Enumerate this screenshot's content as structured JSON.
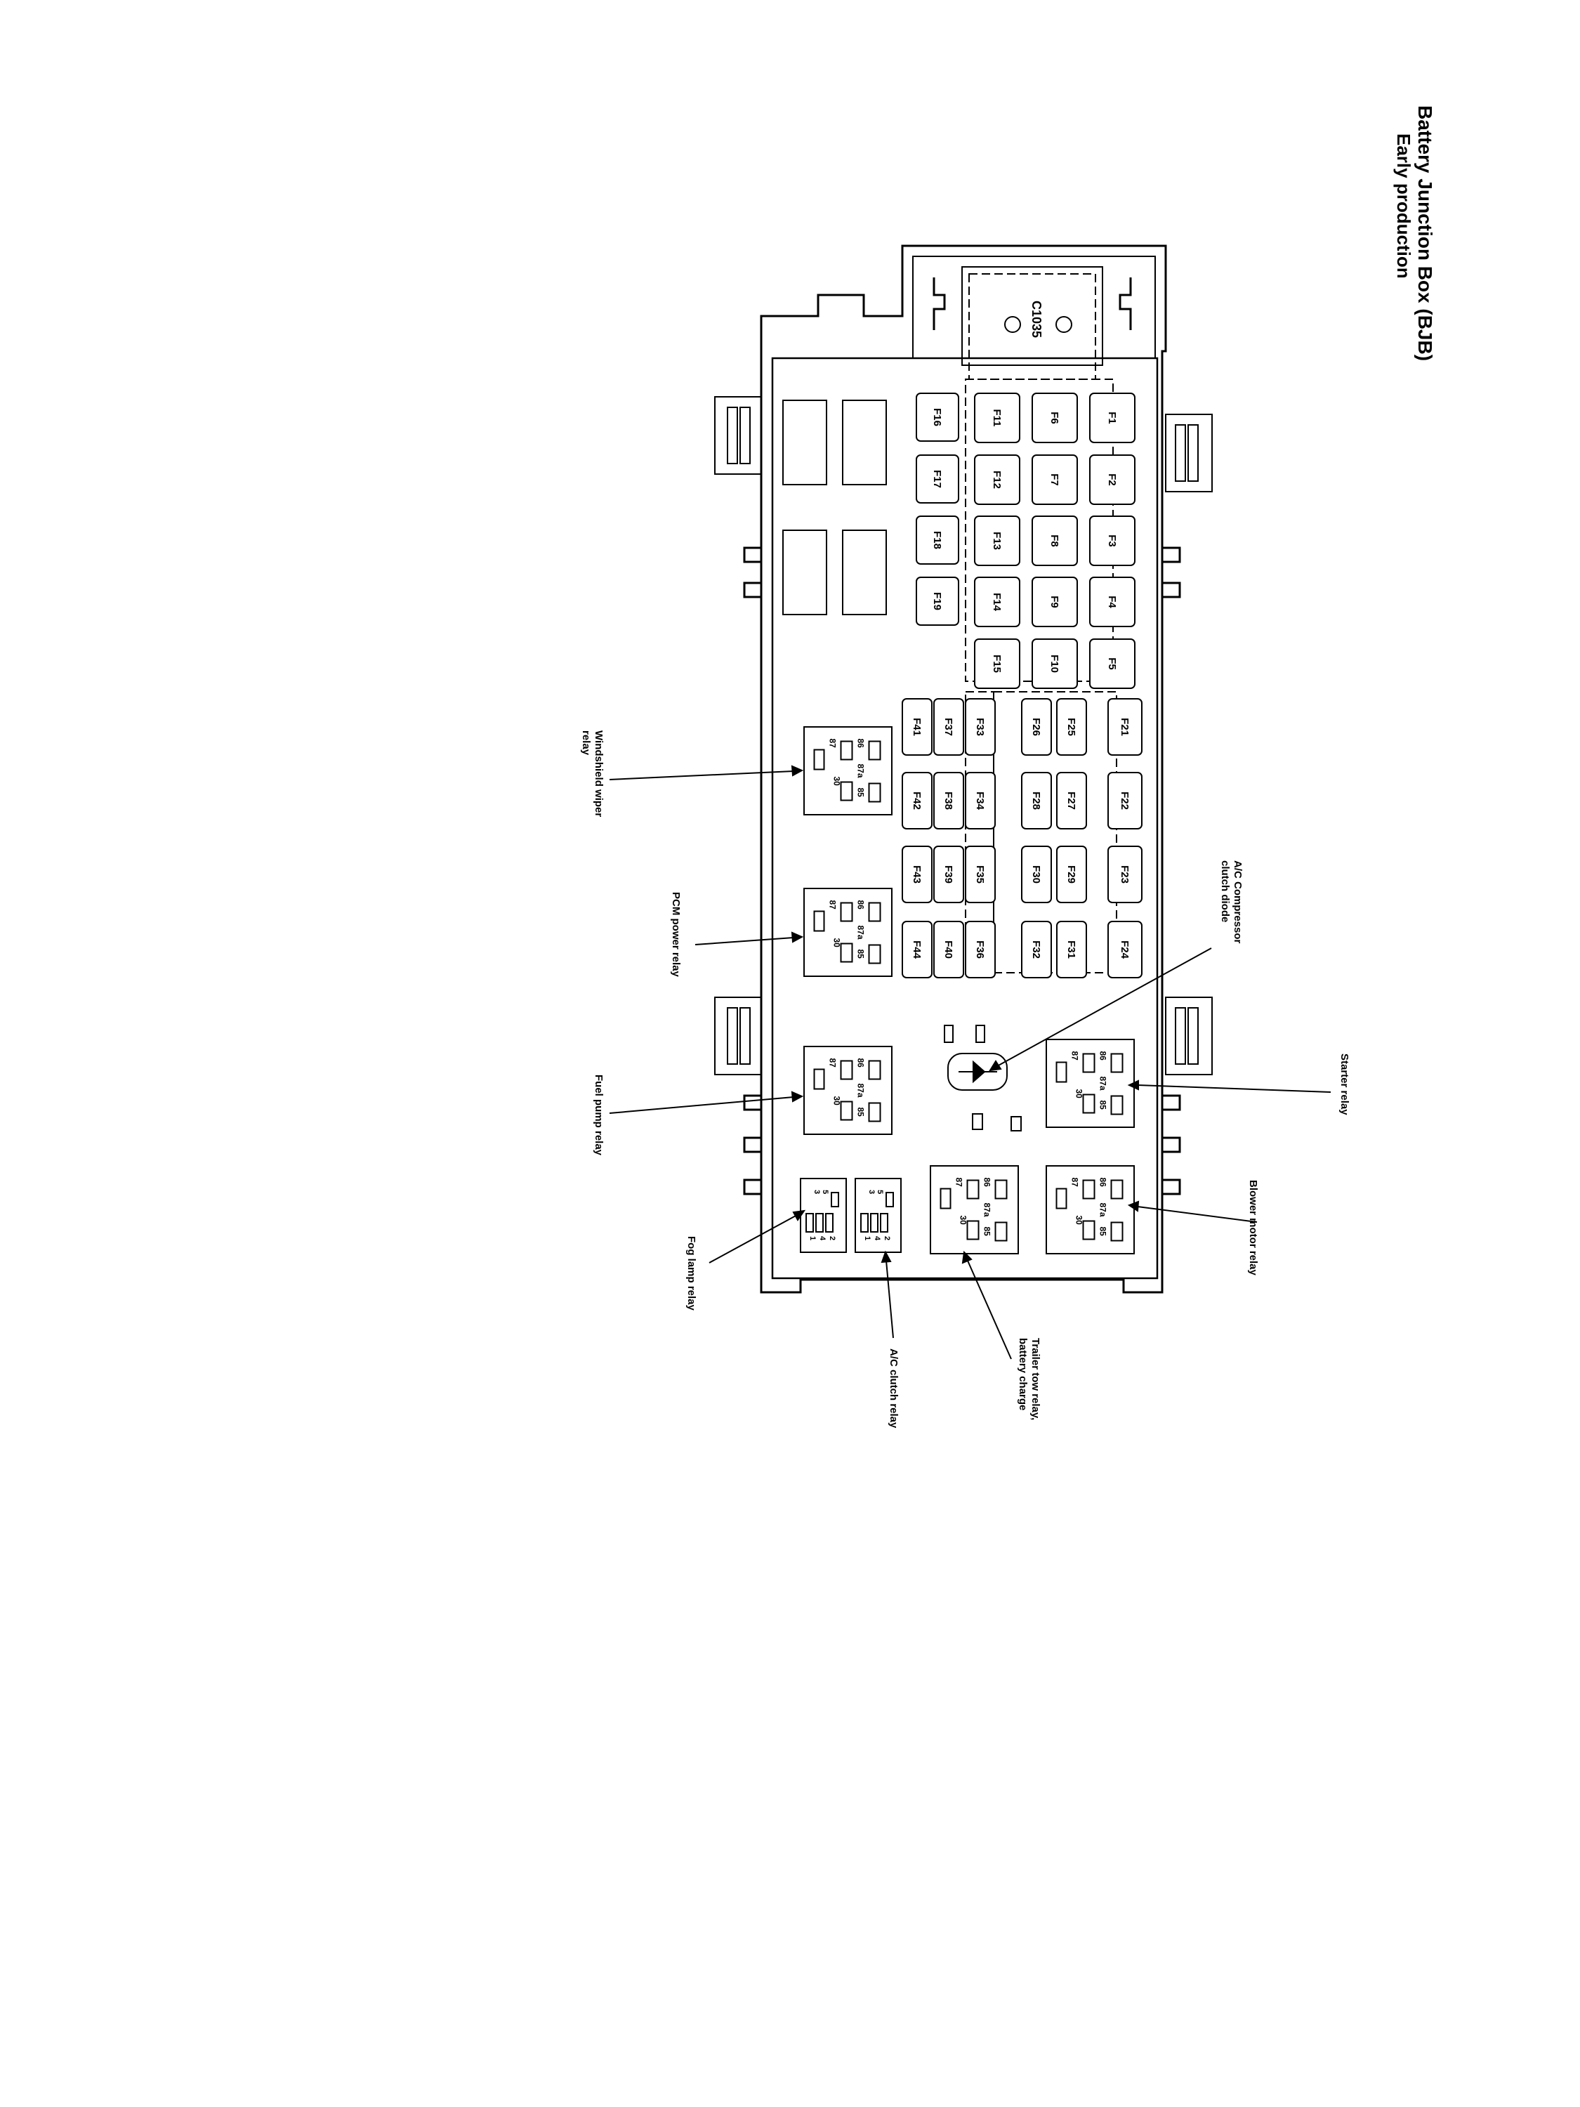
{
  "title": "Battery Junction Box (BJB)",
  "subtitle": "Early production",
  "connector_label": "C1035",
  "fuses": {
    "top_left": [
      "F1",
      "F2",
      "F3",
      "F4",
      "F5",
      "F6",
      "F7",
      "F8",
      "F9",
      "F10",
      "F11",
      "F12",
      "F13",
      "F14",
      "F15",
      "F16",
      "F17",
      "F18",
      "F19"
    ],
    "top_right": [
      "F21",
      "F22",
      "F23",
      "F24",
      "F25",
      "F26",
      "F27",
      "F28",
      "F29",
      "F30",
      "F31",
      "F32",
      "F33",
      "F34",
      "F35",
      "F36",
      "F37",
      "F38",
      "F39",
      "F40",
      "F41",
      "F42",
      "F43",
      "F44"
    ]
  },
  "relay_pins": {
    "pin_86": "86",
    "pin_87": "87",
    "pin_87a": "87a",
    "pin_85": "85",
    "pin_30": "30",
    "micro_pin_3": "3",
    "micro_pin_5": "5",
    "micro_pin_1": "1",
    "micro_pin_4": "4",
    "micro_pin_2": "2"
  },
  "callouts": {
    "windshield_wiper_relay": [
      "Windshield wiper",
      "relay"
    ],
    "pcm_power_relay": [
      "PCM power relay"
    ],
    "fuel_pump_relay": [
      "Fuel pump relay"
    ],
    "fog_lamp_relay": [
      "Fog lamp relay"
    ],
    "ac_clutch_relay": [
      "A/C clutch relay"
    ],
    "trailer_tow_relay": [
      "Trailer tow relay,",
      "battery charge"
    ],
    "blower_motor_relay": [
      "Blower motor relay"
    ],
    "starter_relay": [
      "Starter relay"
    ],
    "ac_compressor_diode": [
      "A/C Compressor",
      "clutch diode"
    ]
  }
}
